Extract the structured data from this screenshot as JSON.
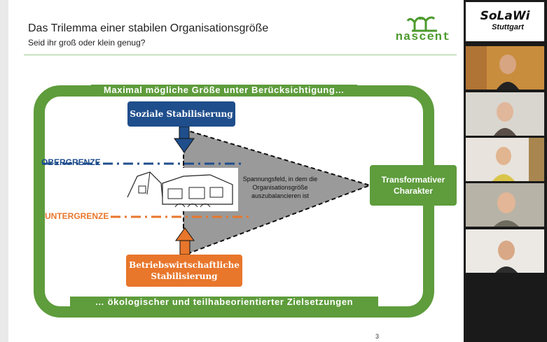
{
  "slide": {
    "title": "Das Trilemma einer stabilen Organisationsgröße",
    "subtitle": "Seid ihr groß oder klein genug?",
    "logo_text": "nascent",
    "page_number": "3",
    "frame_top_text": "Maximal mögliche Größe unter Berücksichtigung…",
    "frame_bottom_text": "… ökologischer und teilhabeorientierter Zielsetzungen",
    "box_soziale": "Soziale Stabilisierung",
    "box_betrieb_line1": "Betriebswirtschaftliche",
    "box_betrieb_line2": "Stabilisierung",
    "box_transform_line1": "Transformativer",
    "box_transform_line2": "Charakter",
    "label_ober": "OBERGRENZE",
    "label_unter": "UNTERGRENZE",
    "spannung_text": "Spannungsfeld, in dem die Organisationsgröße auszubalancieren ist"
  },
  "colors": {
    "green": "#5e9c3c",
    "blue": "#1f4e8c",
    "orange": "#e8762b",
    "gray_triangle": "#9a9a9a"
  },
  "participants": {
    "logo_tile_line1": "SoLaWi",
    "logo_tile_line2": "Stuttgart",
    "video_tiles": 5
  }
}
